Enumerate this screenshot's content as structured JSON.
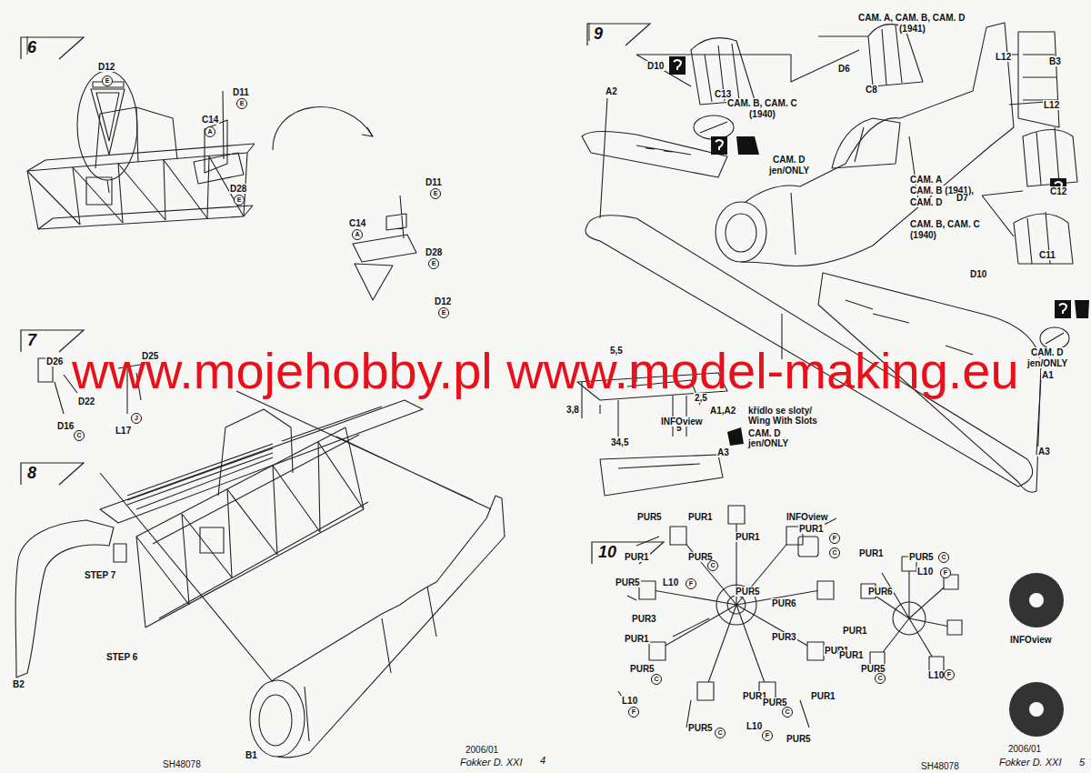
{
  "diagram": {
    "nodes": [
      {
        "text": [
          "6"
        ]
      },
      {
        "text": [
          "7"
        ]
      },
      {
        "text": [
          "8"
        ]
      },
      {
        "text": [
          "9"
        ]
      },
      {
        "text": [
          "10"
        ]
      }
    ],
    "labels": [
      "D12",
      "E",
      "D11",
      "E",
      "C14",
      "A",
      "D28",
      "E",
      "D11",
      "E",
      "C14",
      "A",
      "D28",
      "E",
      "D12",
      "E",
      "D26",
      "D25",
      "D22",
      "D16",
      "C",
      "L17",
      "J",
      "STEP 7",
      "B2",
      "STEP 6",
      "B1",
      "SH48078",
      "2006/01",
      "Fokker D. XXI",
      "4",
      "CAM. A, CAM. B, CAM. D",
      "(1941)",
      "D10",
      "C13",
      "CAM. B, CAM. C",
      "(1940)",
      "D6",
      "C8",
      "L12",
      "B3",
      "L12",
      "A2",
      "CAM. D",
      "jen/ONLY",
      "CAM. A",
      "CAM. B (1941),",
      "CAM. D",
      "D7",
      "C12",
      "CAM. B, CAM. C",
      "(1940)",
      "C11",
      "D10",
      "CAM. D",
      "jen/ONLY",
      "A1",
      "5,5",
      "3,8",
      "2,5",
      "5",
      "34,5",
      "A1,A2",
      "křídlo se sloty/",
      "Wing With Slots",
      "INFOview",
      "CAM. D",
      "jen/ONLY",
      "A3",
      "A3",
      "www.mojehobby.pl www.model-making.eu",
      "INFOview",
      "PUR1",
      "F",
      "C",
      "PUR5",
      "PUR1",
      "PUR1",
      "PUR1",
      "PUR5",
      "L10",
      "F",
      "PUR5",
      "C",
      "PUR5",
      "PUR6",
      "PUR3",
      "PUR1",
      "PUR3",
      "PUR1",
      "PUR5",
      "C",
      "L10",
      "F",
      "PUR1",
      "PUR5",
      "C",
      "PUR1",
      "PUR5",
      "C",
      "L10",
      "F",
      "PUR5",
      "PUR1",
      "PUR5",
      "C",
      "L10",
      "F",
      "PUR6",
      "PUR1",
      "PUR1",
      "PUR5",
      "C",
      "L10",
      "F",
      "INFOview",
      "SH48078",
      "2006/01",
      "Fokker D. XXI",
      "5"
    ]
  }
}
